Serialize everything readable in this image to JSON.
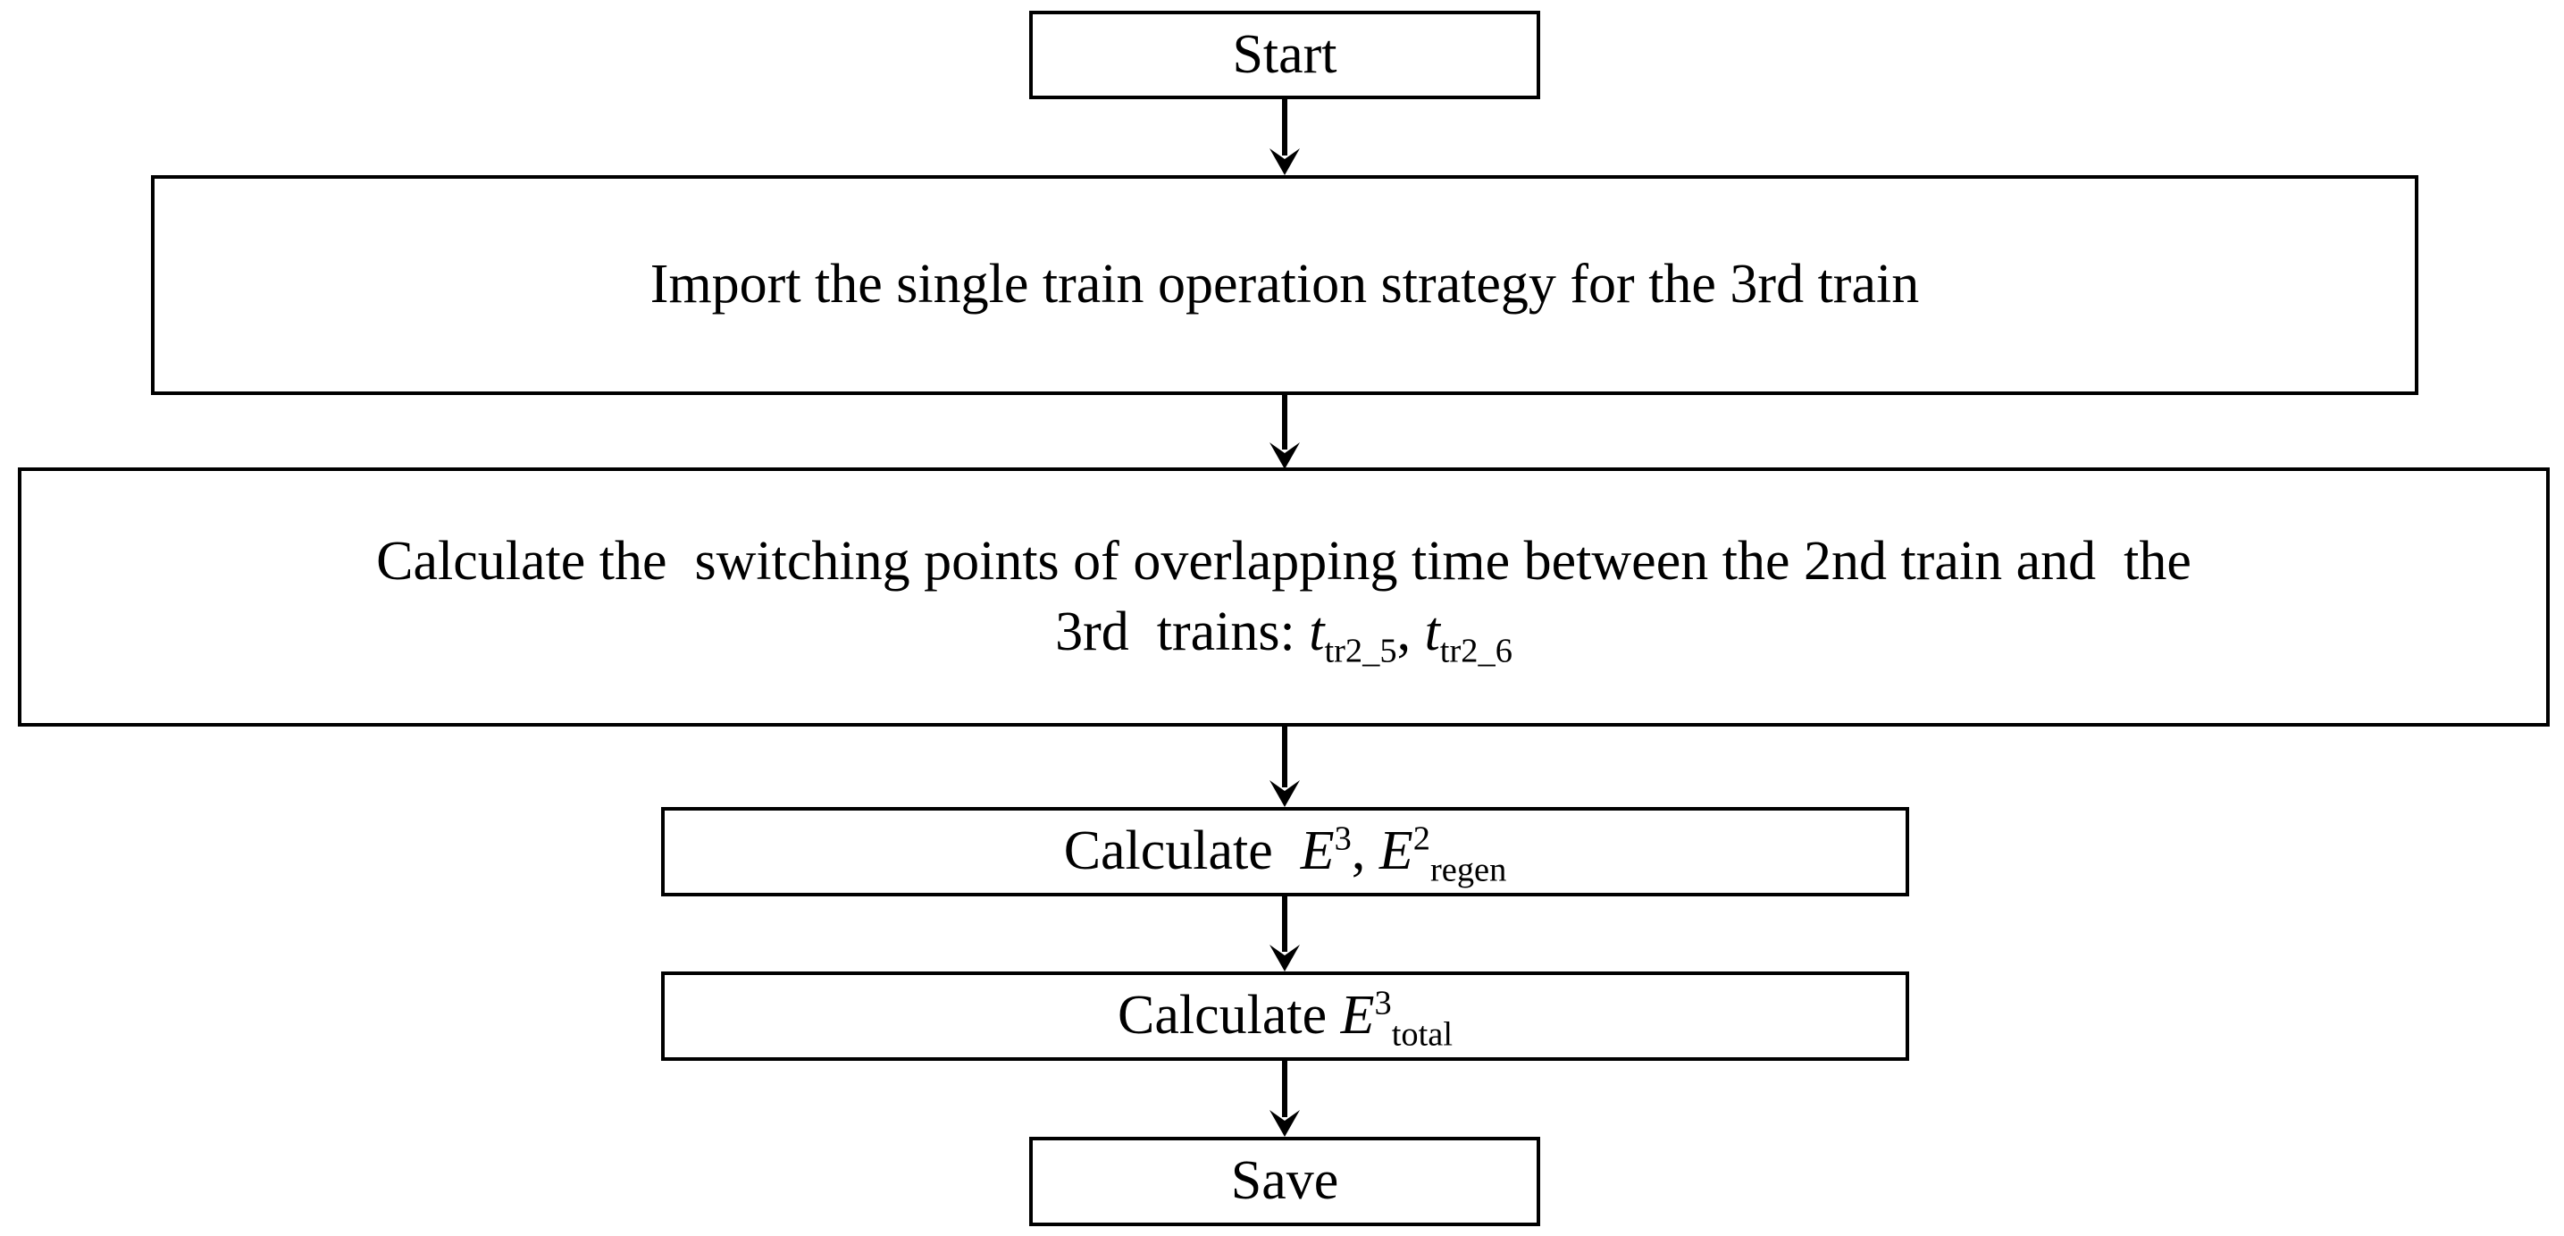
{
  "diagram": {
    "type": "flowchart",
    "orientation": "top-to-bottom",
    "background_color": "#ffffff",
    "line_color": "#000000",
    "text_color": "#000000",
    "nodes": [
      {
        "id": "start",
        "shape": "rectangle",
        "label": "Start"
      },
      {
        "id": "import",
        "shape": "rectangle",
        "label": "Import the single train operation strategy for the 3rd train"
      },
      {
        "id": "switching-points",
        "shape": "rectangle",
        "line1": "Calculate the  switching points of overlapping time between the 2nd train and  the",
        "line2_prefix": "3rd  trains: ",
        "var1_base": "t",
        "var1_sub": "tr2_5",
        "separator": ", ",
        "var2_base": "t",
        "var2_sub": "tr2_6"
      },
      {
        "id": "calculate-e3-e2regen",
        "shape": "rectangle",
        "prefix": "Calculate  ",
        "term1_base": "E",
        "term1_sup": "3",
        "separator": ", ",
        "term2_base": "E",
        "term2_sup": "2",
        "term2_sub": "regen"
      },
      {
        "id": "calculate-e3-total",
        "shape": "rectangle",
        "prefix": "Calculate ",
        "term_base": "E",
        "term_sup": "3",
        "term_sub": "total"
      },
      {
        "id": "save",
        "shape": "rectangle",
        "label": "Save"
      }
    ],
    "edges": [
      {
        "id": "start-to-import",
        "from": "start",
        "to": "import",
        "style": "solid-arrow-down"
      },
      {
        "id": "import-to-switch",
        "from": "import",
        "to": "switching-points",
        "style": "solid-arrow-down"
      },
      {
        "id": "switch-to-e3",
        "from": "switching-points",
        "to": "calculate-e3-e2regen",
        "style": "solid-arrow-down"
      },
      {
        "id": "e3-to-e3total",
        "from": "calculate-e3-e2regen",
        "to": "calculate-e3-total",
        "style": "solid-arrow-down"
      },
      {
        "id": "e3total-to-save",
        "from": "calculate-e3-total",
        "to": "save",
        "style": "solid-arrow-down"
      }
    ]
  }
}
